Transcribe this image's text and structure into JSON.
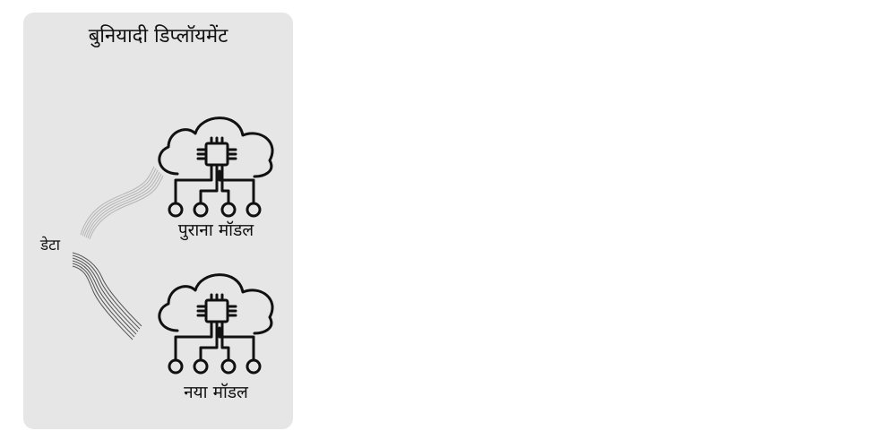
{
  "panel": {
    "title": "बुनियादी डिप्लॉयमेंट"
  },
  "data_label": "डेटा",
  "models": {
    "old": {
      "label": "पुराना मॉडल",
      "icon": "cloud-chip-network-icon"
    },
    "new": {
      "label": "नया मॉडल",
      "icon": "cloud-chip-network-icon"
    }
  },
  "colors": {
    "panel_background": "#e6e6e6",
    "stream_to_old": "#b5b5b5",
    "stream_to_new": "#555555",
    "icon_stroke": "#111111"
  }
}
